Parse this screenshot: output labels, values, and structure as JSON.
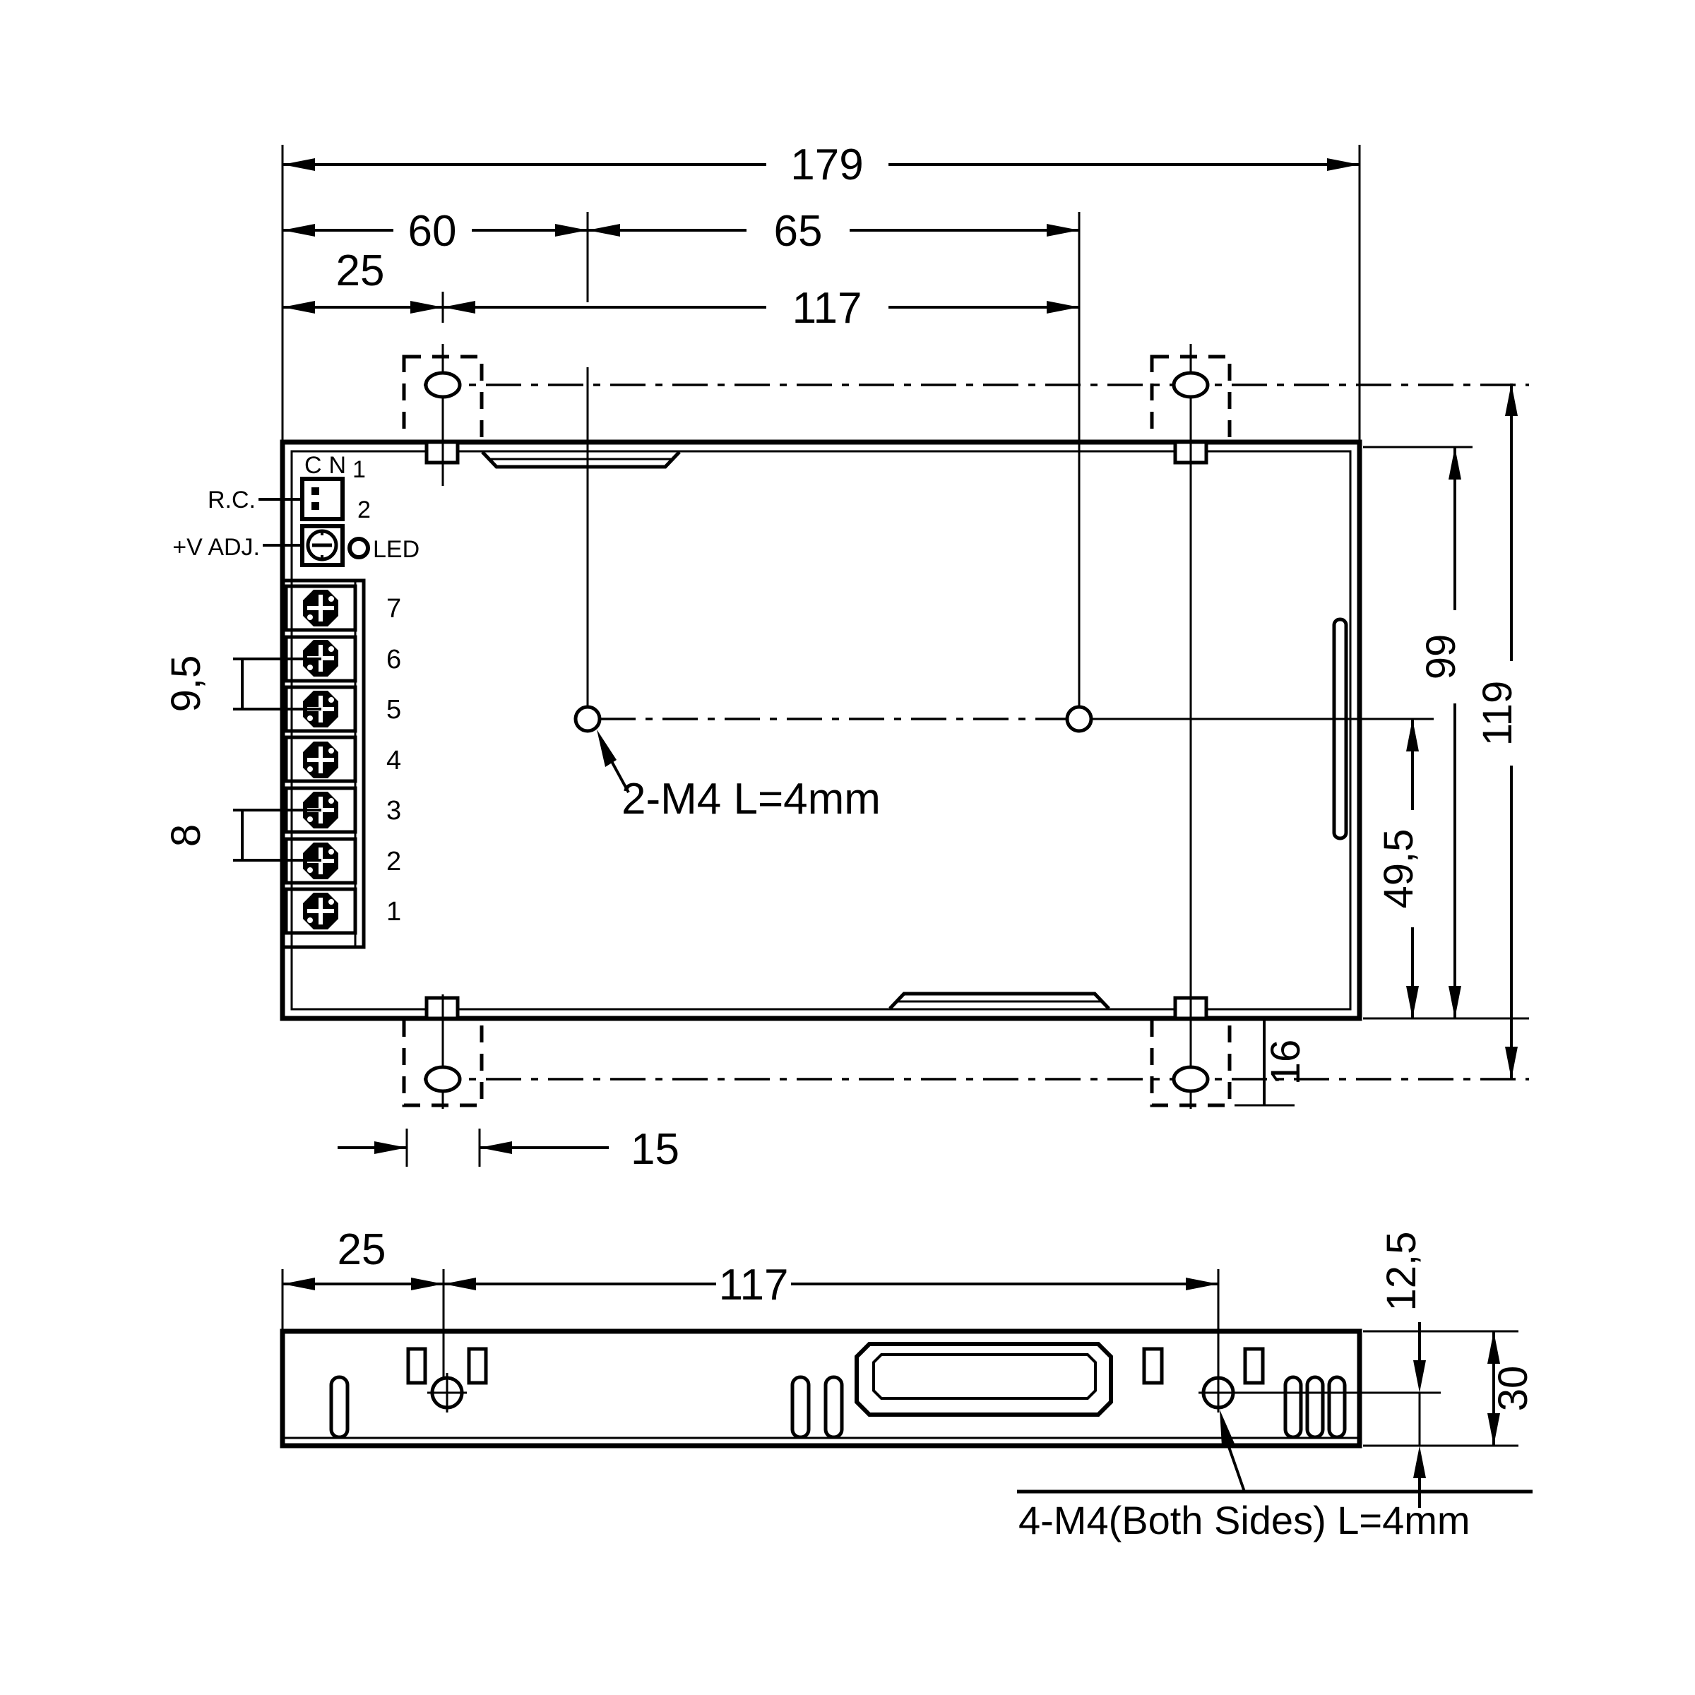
{
  "colors": {
    "ink": "#000000",
    "paper": "#ffffff"
  },
  "top_view": {
    "dim_overall_width": "179",
    "dim_hole_offset": "60",
    "dim_hole_spacing": "65",
    "dim_tab_offset": "25",
    "dim_tab_spacing": "117",
    "dim_terminal_pitch_output": "9,5",
    "dim_terminal_pitch_input": "8",
    "dim_hole_to_edge": "49,5",
    "dim_case_depth": "99",
    "dim_tab_hole_rows": "119",
    "dim_tab_protrusion": "16",
    "dim_tab_width": "15",
    "mounting_note": "2-M4 L=4mm",
    "connector_label": "CN",
    "connector_ref": "R.C.",
    "pin1": "1",
    "pin2": "2",
    "adjust_label": "+V ADJ.",
    "led_label": "LED",
    "terminals": [
      "7",
      "6",
      "5",
      "4",
      "3",
      "2",
      "1"
    ]
  },
  "side_view": {
    "dim_hole_offset": "25",
    "dim_hole_spacing": "117",
    "dim_hole_height": "12,5",
    "dim_height": "30",
    "mounting_note": "4-M4(Both Sides) L=4mm"
  }
}
